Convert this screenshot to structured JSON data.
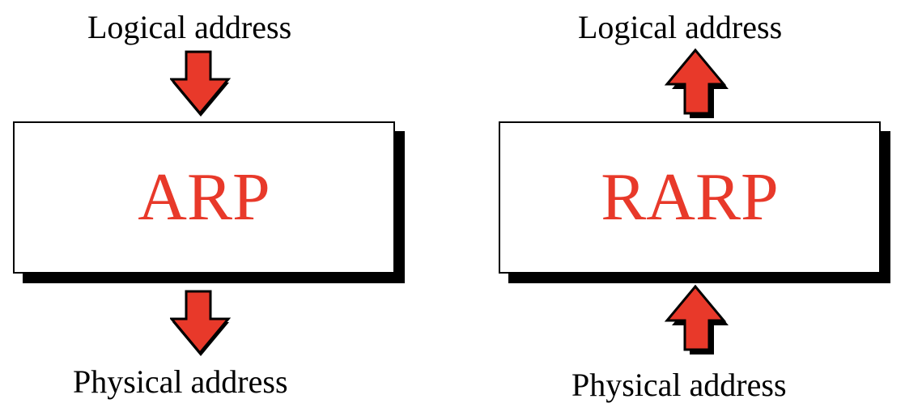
{
  "colors": {
    "accent": "#e8392a",
    "outline": "#000000",
    "background": "#ffffff"
  },
  "arp": {
    "top_label": "Logical address",
    "title": "ARP",
    "bottom_label": "Physical address",
    "top_arrow_icon": "arrow-down-icon",
    "bottom_arrow_icon": "arrow-down-icon"
  },
  "rarp": {
    "top_label": "Logical address",
    "title": "RARP",
    "bottom_label": "Physical address",
    "top_arrow_icon": "arrow-up-icon",
    "bottom_arrow_icon": "arrow-up-icon"
  }
}
